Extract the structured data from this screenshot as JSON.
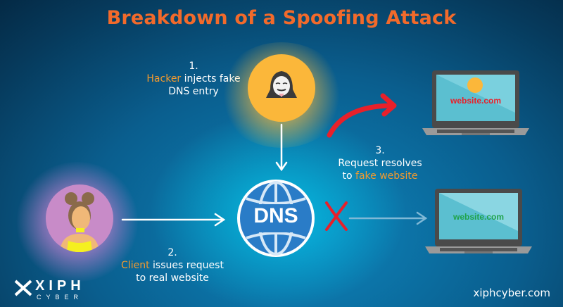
{
  "title": "Breakdown of a Spoofing Attack",
  "steps": [
    {
      "number": "1.",
      "highlight": "Hacker",
      "line1_rest": " injects fake",
      "line2": "DNS entry"
    },
    {
      "number": "2.",
      "highlight": "Client",
      "line1_rest": " issues request",
      "line2": "to real website"
    },
    {
      "number": "3.",
      "line1": "Request resolves",
      "line2_prefix": "to ",
      "highlight": "fake website"
    }
  ],
  "nodes": {
    "hacker": {
      "icon": "hacker-icon"
    },
    "client": {
      "icon": "client-avatar-icon"
    },
    "dns": {
      "label": "DNS",
      "icon": "globe-icon"
    },
    "fake_laptop": {
      "screen_text": "website.com",
      "text_color": "#e8202a",
      "icon": "hacker-icon"
    },
    "real_laptop": {
      "screen_text": "website.com",
      "text_color": "#1fa34a"
    }
  },
  "edges": [
    {
      "from": "hacker",
      "to": "dns",
      "style": "white-arrow"
    },
    {
      "from": "client",
      "to": "dns",
      "style": "white-arrow"
    },
    {
      "from": "dns",
      "to": "fake_laptop",
      "style": "red-curved-arrow"
    },
    {
      "from": "dns",
      "to": "real_laptop",
      "style": "blue-arrow-blocked",
      "blocked_mark": "red-x"
    }
  ],
  "colors": {
    "title": "#f26a2b",
    "highlight": "#f29a2e",
    "hacker_circle": "#fbb73a",
    "client_circle": "#c88bc8",
    "dns_globe": "#2a7cc7",
    "red_arrow": "#e8202a"
  },
  "brand": {
    "logo_main": "XIPH",
    "logo_sub": "CYBER",
    "url": "xiphcyber.com"
  }
}
